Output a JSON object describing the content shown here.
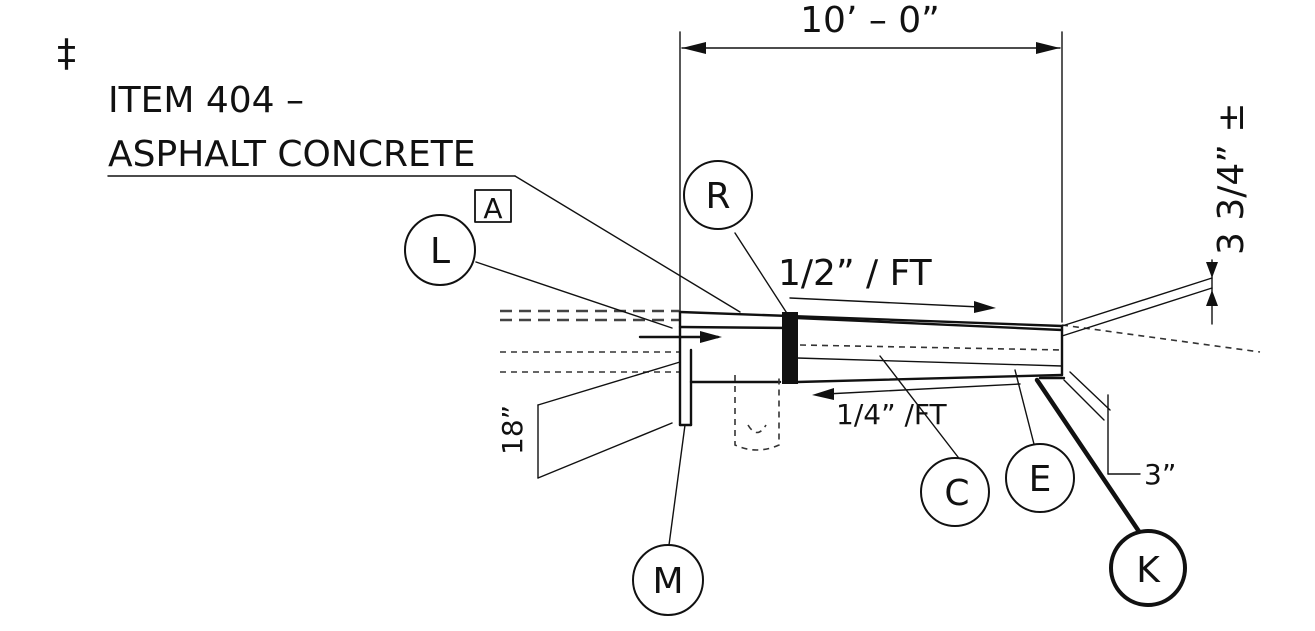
{
  "drawing": {
    "width_dim": "10’ – 0”",
    "note_marker": "‡",
    "note_line1": "ITEM 404 –",
    "note_line2": "ASPHALT CONCRETE",
    "box_label": "A",
    "slope_top": "1/2” / FT",
    "slope_bottom": "1/4” /FT",
    "height_dim": "3 3/4” ±",
    "depth_dim": "18”",
    "thickness_dim": "3”",
    "callouts": {
      "L": "L",
      "R": "R",
      "M": "M",
      "C": "C",
      "E": "E",
      "K": "K"
    },
    "colors": {
      "ink": "#111111",
      "paper": "#ffffff"
    }
  }
}
